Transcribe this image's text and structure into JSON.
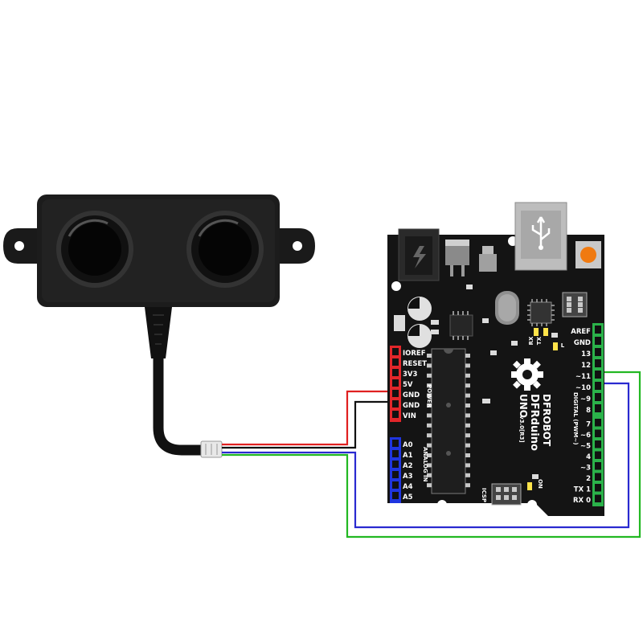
{
  "board": {
    "brand": "DFROBOT",
    "name": "DFRduino",
    "model": "UNO",
    "version": "v3.0[R3]",
    "power_label": "POWER",
    "analog_label": "ANALOG IN",
    "digital_label": "DIGITAL (PWM~)",
    "icsp_label": "ICSP",
    "on_label": "ON",
    "tx_led": "TX",
    "rx_led": "RX",
    "l_led": "L",
    "power_pins": [
      "IOREF",
      "RESET",
      "3V3",
      "5V",
      "GND",
      "GND",
      "VIN"
    ],
    "analog_pins": [
      "A0",
      "A1",
      "A2",
      "A3",
      "A4",
      "A5"
    ],
    "digital_top_pins": [
      "AREF",
      "GND",
      "13",
      "12",
      "~11",
      "~10",
      "~9",
      "8"
    ],
    "digital_bottom_pins": [
      "7",
      "~6",
      "~5",
      "4",
      "~3",
      "2",
      "TX 1",
      "RX 0"
    ]
  },
  "colors": {
    "board": "#141414",
    "sensor_body": "#1c1c1c",
    "wire_red": "#e02020",
    "wire_black": "#111111",
    "wire_blue": "#2a2ad0",
    "wire_green": "#22b822",
    "header_red": "#e3262a",
    "header_blue": "#1f35e0",
    "header_green": "#2bb24a"
  }
}
